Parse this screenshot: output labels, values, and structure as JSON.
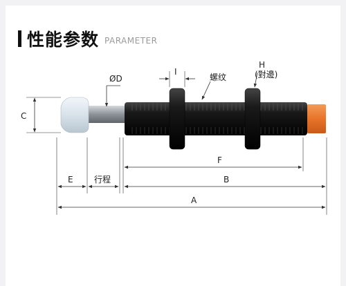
{
  "header": {
    "title": "性能参数",
    "subtitle": "PARAMETER"
  },
  "labels": {
    "diameter": "ØD",
    "width_i": "I",
    "thread": "螺纹",
    "hex_h": "H",
    "hex_h_note": "(對邊)",
    "c": "C",
    "f": "F",
    "e": "E",
    "stroke": "行程",
    "b": "B",
    "a": "A"
  },
  "colors": {
    "body": "#111111",
    "cap": "#e8742a",
    "tip": "#dde6ee",
    "rod": "#9aa0a6"
  }
}
